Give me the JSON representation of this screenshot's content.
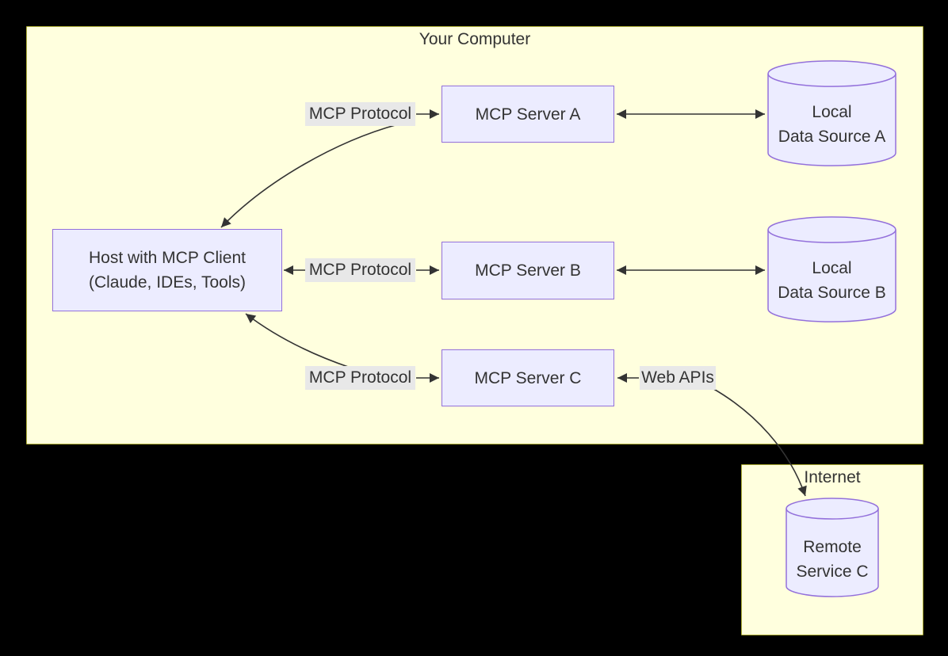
{
  "diagram": {
    "type": "flowchart",
    "groups": [
      {
        "id": "your-computer",
        "title": "Your Computer"
      },
      {
        "id": "internet",
        "title": "Internet"
      }
    ],
    "nodes": [
      {
        "id": "host",
        "shape": "rect",
        "lines": [
          "Host with MCP Client",
          "(Claude, IDEs, Tools)"
        ]
      },
      {
        "id": "server-a",
        "shape": "rect",
        "lines": [
          "MCP Server A"
        ]
      },
      {
        "id": "server-b",
        "shape": "rect",
        "lines": [
          "MCP Server B"
        ]
      },
      {
        "id": "server-c",
        "shape": "rect",
        "lines": [
          "MCP Server C"
        ]
      },
      {
        "id": "data-a",
        "shape": "cylinder",
        "lines": [
          "Local",
          "Data Source A"
        ]
      },
      {
        "id": "data-b",
        "shape": "cylinder",
        "lines": [
          "Local",
          "Data Source B"
        ]
      },
      {
        "id": "remote-c",
        "shape": "cylinder",
        "lines": [
          "Remote",
          "Service C"
        ]
      }
    ],
    "edges": [
      {
        "from": "host",
        "to": "server-a",
        "label": "MCP Protocol",
        "style": "bidirectional"
      },
      {
        "from": "host",
        "to": "server-b",
        "label": "MCP Protocol",
        "style": "bidirectional"
      },
      {
        "from": "host",
        "to": "server-c",
        "label": "MCP Protocol",
        "style": "bidirectional"
      },
      {
        "from": "server-a",
        "to": "data-a",
        "label": "",
        "style": "bidirectional"
      },
      {
        "from": "server-b",
        "to": "data-b",
        "label": "",
        "style": "bidirectional"
      },
      {
        "from": "server-c",
        "to": "remote-c",
        "label": "Web APIs",
        "style": "bidirectional"
      }
    ],
    "colors": {
      "canvas_background": "#000000",
      "group_fill": "#FFFFDE",
      "group_border": "#AAAA33",
      "node_fill": "#ECECFF",
      "node_border": "#9370DB",
      "edge_color": "#333333",
      "edge_label_background": "#E8E8E8",
      "text_color": "#333333"
    }
  }
}
